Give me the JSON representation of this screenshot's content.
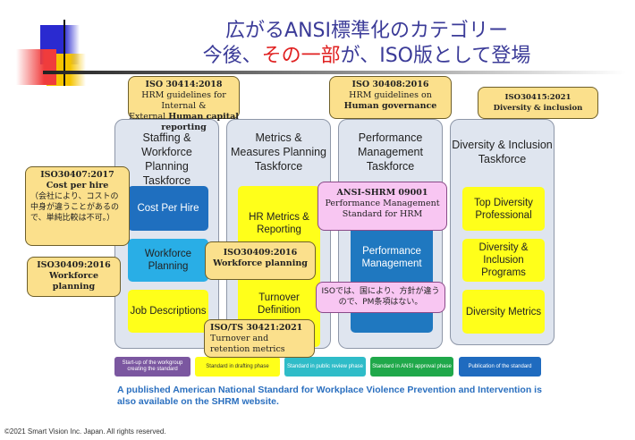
{
  "title": {
    "line1": "広がるANSI標準化のカテゴリー",
    "line2_a": "今後、",
    "line2_red": "その一部",
    "line2_b": "が、ISO版として登場"
  },
  "columns": [
    {
      "title": "Staffing & Workforce Planning Taskforce",
      "items": [
        "Cost Per Hire",
        "Workforce Planning",
        "Job Descriptions"
      ]
    },
    {
      "title": "Metrics & Measures Planning Taskforce",
      "items": [
        "HR Metrics & Reporting",
        "Turnover Definition"
      ]
    },
    {
      "title": "Performance Management Taskforce",
      "items": [
        "Performance Management"
      ]
    },
    {
      "title": "Diversity & Inclusion Taskforce",
      "items": [
        "Top Diversity Professional",
        "Diversity & Inclusion Programs",
        "Diversity Metrics"
      ]
    }
  ],
  "callouts": {
    "iso30414": {
      "code": "ISO 30414:2018",
      "l1": "HRM guidelines for Internal &",
      "l2a": "External ",
      "l2b": "Human capital reporting"
    },
    "iso30408": {
      "code": "ISO 30408:2016",
      "l1": "HRM guidelines on",
      "l2": "Human governance"
    },
    "iso30415": {
      "code": "ISO30415:2021",
      "l1": "Diversity & inclusion"
    },
    "iso30407": {
      "code": "ISO30407:2017",
      "l1": "Cost per hire",
      "note": "（会社により、コストの中身が違うことがあるので、単純比較は不可。）"
    },
    "iso30409_left": {
      "code": "ISO30409:2016",
      "l1": "Workforce planning"
    },
    "iso30409_mid": {
      "code": "ISO30409:2016",
      "l1": "Workforce planning"
    },
    "iso30421": {
      "code": "ISO/TS 30421:2021",
      "l1": "Turnover and",
      "l2": "retention metrics"
    },
    "ansi": {
      "code": "ANSI-SHRM 09001",
      "l1": "Performance Management",
      "l2": "Standard for HRM"
    },
    "pm_note": {
      "text": "ISOでは、国により、方針が違うので、PM条項はない。"
    }
  },
  "legend": [
    {
      "label": "Start-up of the workgroup creating the standard",
      "color": "#7b57a0"
    },
    {
      "label": "Standard in drafting phase",
      "color": "#ffff1a"
    },
    {
      "label": "Standard in public review phase",
      "color": "#2fbcc8"
    },
    {
      "label": "Standard in ANSI approval phase",
      "color": "#1fa84a"
    },
    {
      "label": "Publication of the standard",
      "color": "#1f6bbf"
    }
  ],
  "footnote": "A published American National Standard for Workplace Violence Prevention and Intervention is also available on the SHRM website.",
  "copyright": "©2021 Smart Vision Inc. Japan. All rights reserved."
}
